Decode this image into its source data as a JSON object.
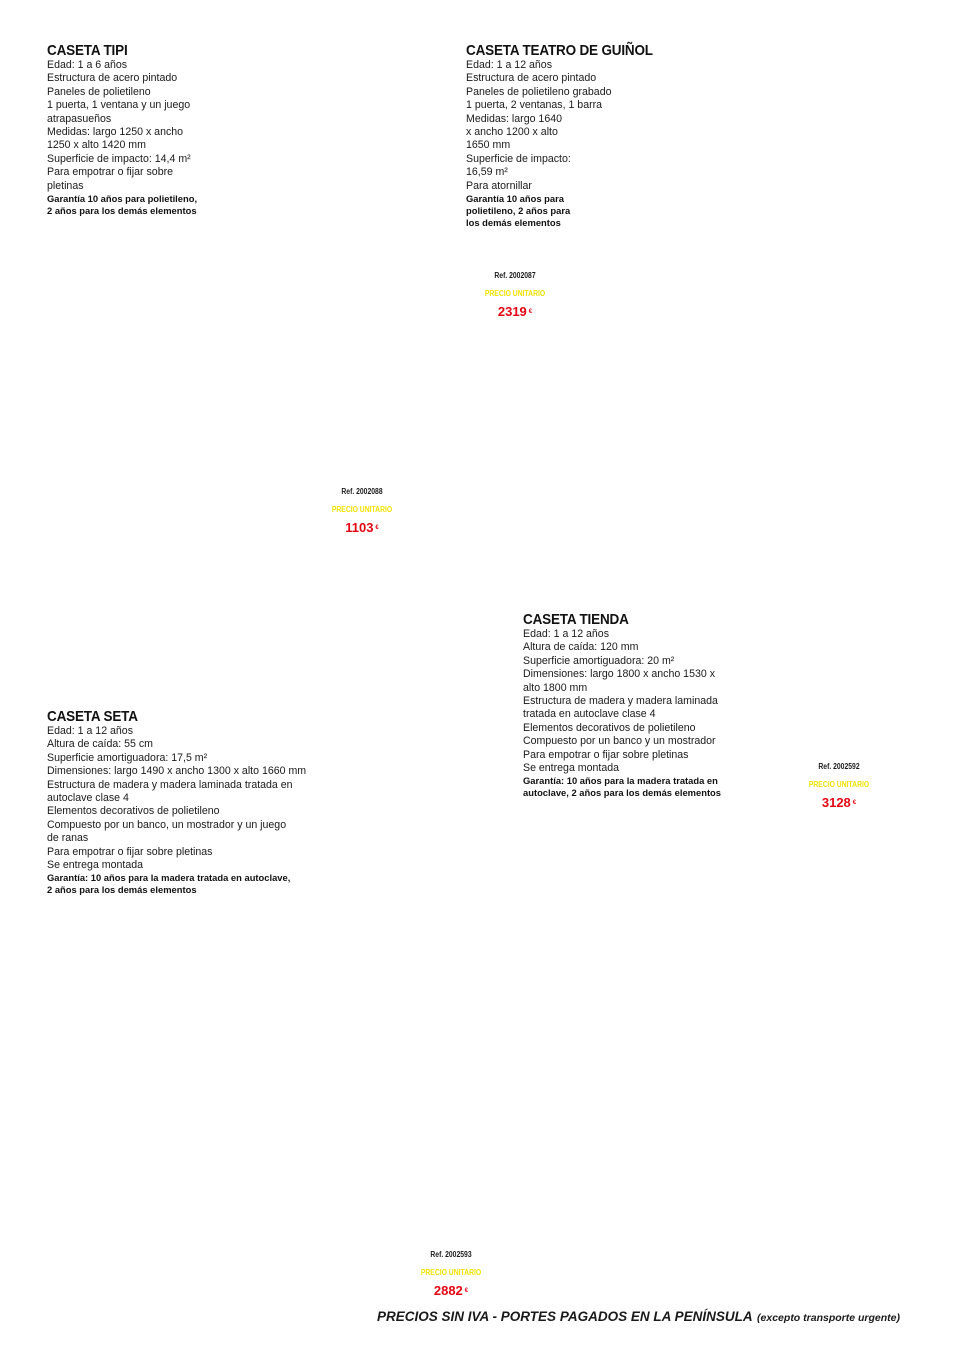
{
  "products": [
    {
      "title": "CASETA TIPI",
      "specs": [
        "Edad: 1 a 6 años",
        "Estructura de acero pintado",
        "Paneles de polietileno",
        "1 puerta, 1 ventana y un juego",
        "atrapasueños",
        "Medidas: largo 1250 x ancho",
        "1250 x alto 1420 mm",
        "Superficie de impacto: 14,4 m²",
        "Para empotrar o fijar sobre",
        "pletinas"
      ],
      "guarantee": [
        "Garantía 10 años para polietileno,",
        "2 años para los demás elementos"
      ],
      "ref": "Ref. 2002088",
      "price_label": "PRECIO UNITARIO",
      "price": "1103",
      "currency": "€"
    },
    {
      "title": "CASETA TEATRO DE GUIÑOL",
      "specs": [
        "Edad: 1 a 12 años",
        "Estructura de acero pintado",
        "Paneles de polietileno grabado",
        "1 puerta, 2 ventanas, 1 barra",
        "Medidas: largo 1640",
        "x ancho 1200 x alto",
        "1650 mm",
        "Superficie de impacto:",
        "16,59 m²",
        "Para atornillar"
      ],
      "guarantee": [
        "Garantía 10 años para",
        "polietileno, 2 años para",
        "los demás elementos"
      ],
      "ref": "Ref. 2002087",
      "price_label": "PRECIO UNITARIO",
      "price": "2319",
      "currency": "€"
    },
    {
      "title": "CASETA TIENDA",
      "specs": [
        "Edad: 1 a 12 años",
        "Altura de caída: 120 mm",
        "Superficie amortiguadora: 20 m²",
        "Dimensiones: largo 1800 x ancho 1530 x",
        "alto 1800 mm",
        "Estructura de madera y madera laminada",
        "tratada en autoclave clase 4",
        "Elementos decorativos de polietileno",
        "Compuesto por un banco y un mostrador",
        "Para empotrar o fijar sobre pletinas",
        "Se entrega montada"
      ],
      "guarantee": [
        "Garantía: 10 años para la madera tratada en",
        "autoclave, 2 años para los demás elementos"
      ],
      "ref": "Ref. 2002592",
      "price_label": "PRECIO UNITARIO",
      "price": "3128",
      "currency": "€"
    },
    {
      "title": "CASETA SETA",
      "specs": [
        "Edad: 1 a 12 años",
        "Altura de caída: 55 cm",
        "Superficie amortiguadora: 17,5 m²",
        "Dimensiones: largo 1490 x ancho 1300 x alto 1660 mm",
        "Estructura de madera y madera laminada tratada en",
        "autoclave clase 4",
        "Elementos decorativos de polietileno",
        "Compuesto por un banco, un mostrador y un juego",
        "de ranas",
        "Para empotrar o fijar sobre pletinas",
        "Se entrega montada"
      ],
      "guarantee": [
        "Garantía: 10 años para la madera tratada en autoclave,",
        "2 años para los demás elementos"
      ],
      "ref": "Ref. 2002593",
      "price_label": "PRECIO UNITARIO",
      "price": "2882",
      "currency": "€"
    }
  ],
  "footer": {
    "main": "PRECIOS SIN IVA - PORTES PAGADOS EN LA PENÍNSULA",
    "note": "(excepto transporte urgente)"
  },
  "colors": {
    "price_label": "#f2e200",
    "price": "#e30613"
  }
}
